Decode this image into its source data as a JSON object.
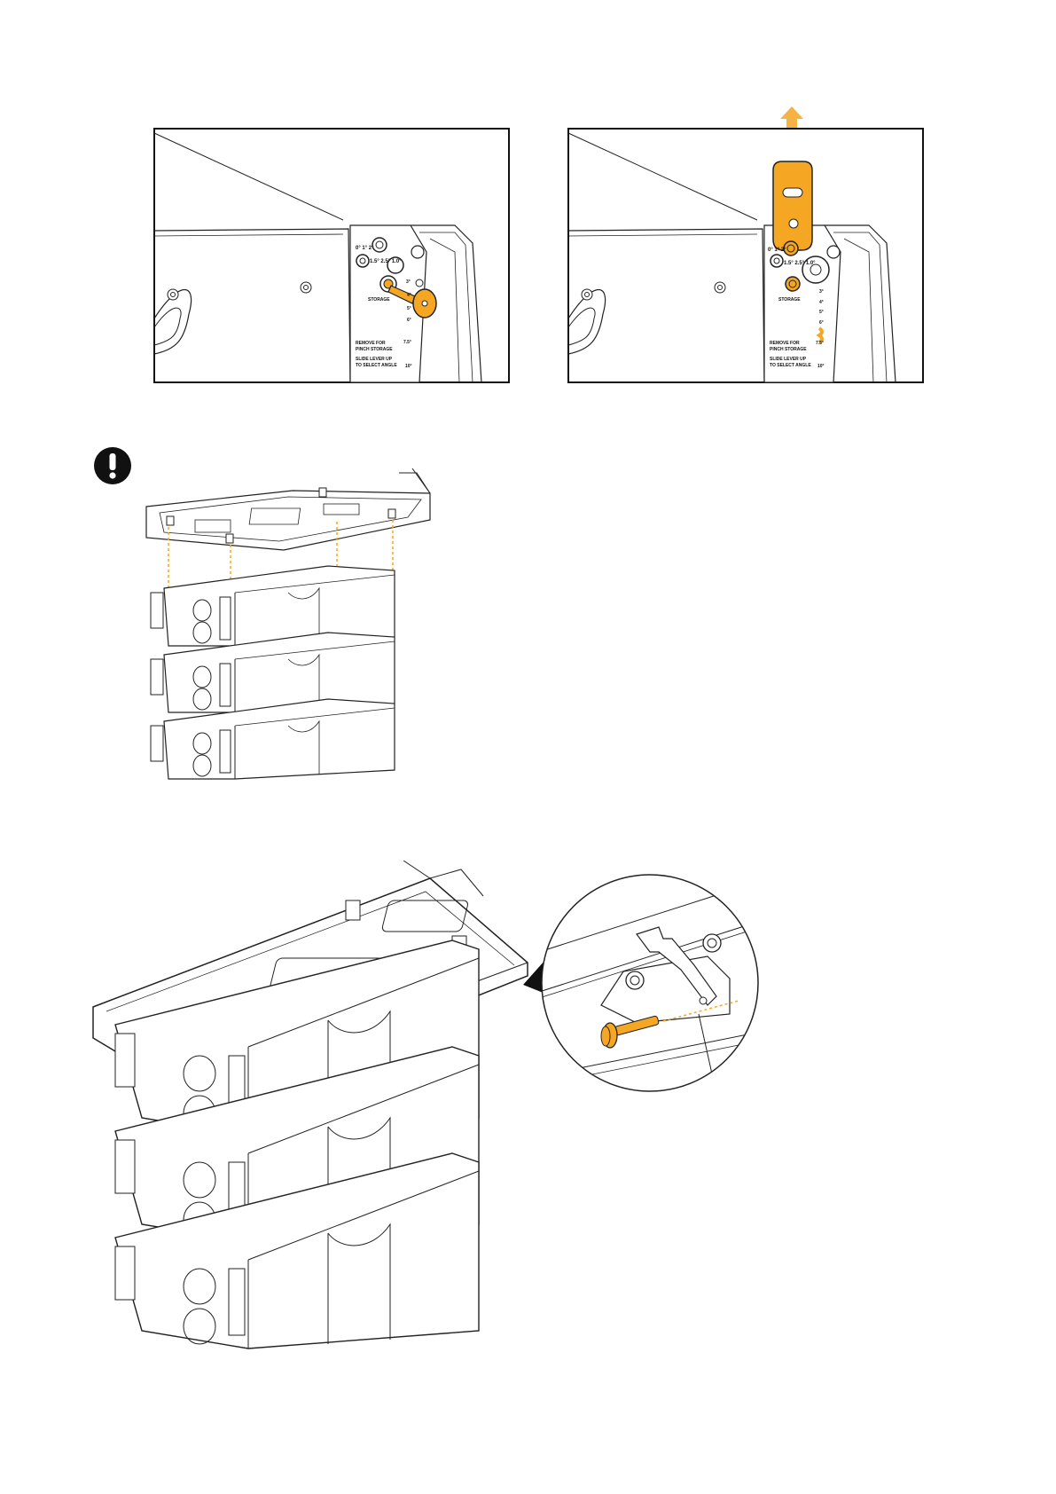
{
  "page": {
    "background": "#ffffff",
    "accent_color": "#f5a623",
    "line_color": "#1a1a1a"
  },
  "detail_left": {
    "angle_row_1": "0° 1° 2°",
    "angle_row_2": "1.5° 2.5° 1.0°",
    "angle_row_3": "STORAGE",
    "scale": [
      "3°",
      "4°",
      "5°",
      "6°",
      "7.5°",
      "10°"
    ],
    "note_1": "REMOVE FOR",
    "note_2": "PINCH STORAGE",
    "note_3": "SLIDE LEVER UP",
    "note_4": "TO SELECT ANGLE",
    "highlight": "orange-pin"
  },
  "detail_right": {
    "angle_row_1": "0° 1° 2°",
    "angle_row_2": "1.5° 2.5° 1.0°",
    "angle_row_3": "STORAGE",
    "scale": [
      "3°",
      "4°",
      "5°",
      "6°",
      "7.5°",
      "10°"
    ],
    "note_1": "REMOVE FOR",
    "note_2": "PINCH STORAGE",
    "note_3": "SLIDE LEVER UP",
    "note_4": "TO SELECT ANGLE",
    "highlight": "orange-lever",
    "arrow": "up-arrow"
  },
  "warning": {
    "icon": "exclamation-icon"
  },
  "assembly_small": {
    "parts": [
      "rigging-frame",
      "speaker-cabinet",
      "speaker-cabinet",
      "speaker-cabinet"
    ]
  },
  "assembly_large": {
    "parts": [
      "rigging-frame",
      "speaker-cabinet",
      "speaker-cabinet",
      "speaker-cabinet"
    ],
    "zoom": "zoom-detail-pin"
  }
}
